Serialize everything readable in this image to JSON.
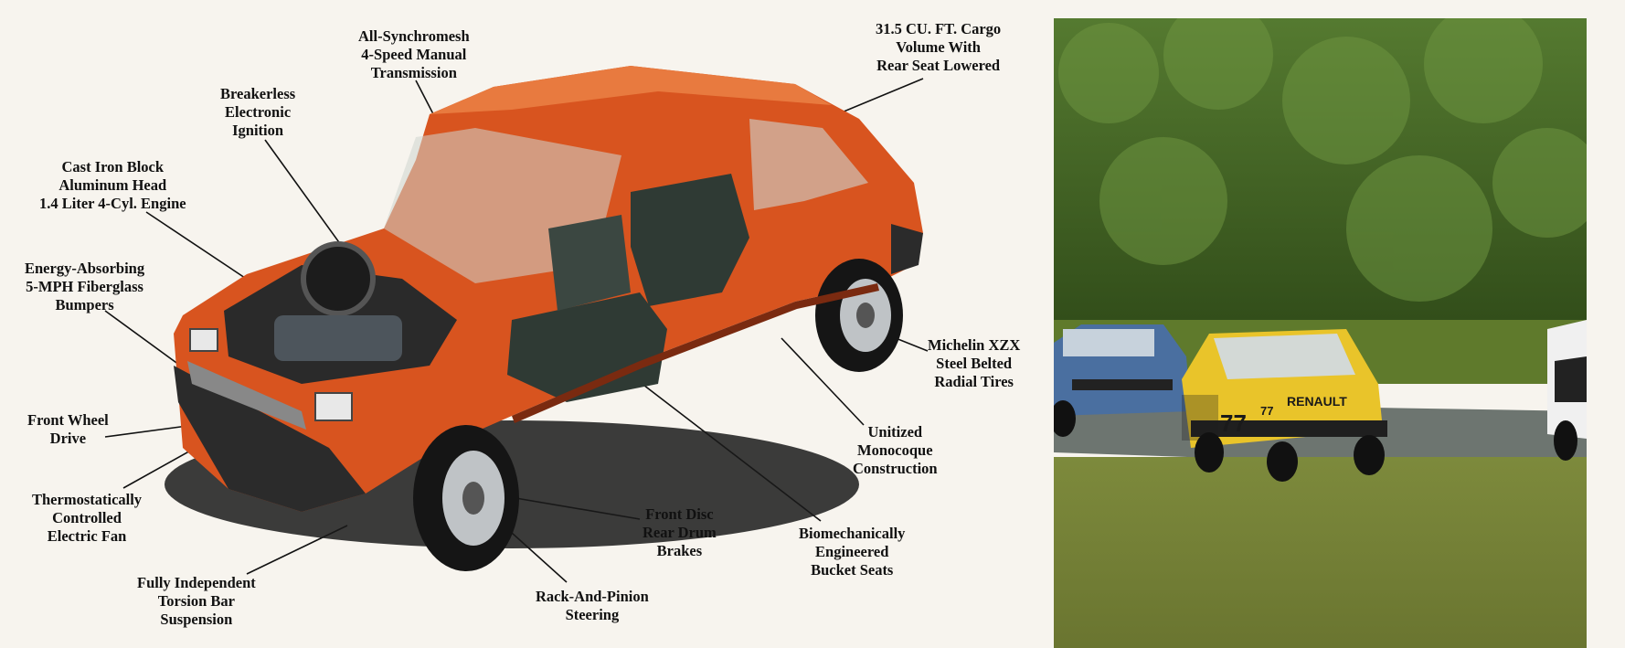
{
  "labels": {
    "transmission": [
      "All-Synchromesh",
      "4-Speed Manual",
      "Transmission"
    ],
    "cargo": [
      "31.5 CU. FT. Cargo",
      "Volume With",
      "Rear Seat Lowered"
    ],
    "ignition": [
      "Breakerless",
      "Electronic",
      "Ignition"
    ],
    "engine": [
      "Cast Iron Block",
      "Aluminum Head",
      "1.4 Liter 4-Cyl. Engine"
    ],
    "bumpers": [
      "Energy-Absorbing",
      "5-MPH Fiberglass",
      "Bumpers"
    ],
    "tires": [
      "Michelin XZX",
      "Steel Belted",
      "Radial Tires"
    ],
    "drive": [
      "Front Wheel",
      "Drive"
    ],
    "monocoque": [
      "Unitized",
      "Monocoque",
      "Construction"
    ],
    "fan": [
      "Thermostatically",
      "Controlled",
      "Electric Fan"
    ],
    "brakes": [
      "Front Disc",
      "Rear Drum",
      "Brakes"
    ],
    "seats": [
      "Biomechanically",
      "Engineered",
      "Bucket Seats"
    ],
    "suspension": [
      "Fully Independent",
      "Torsion Bar",
      "Suspension"
    ],
    "steering": [
      "Rack-And-Pinion",
      "Steering"
    ]
  },
  "photo": {
    "car_number": "77",
    "car_number_hood": "77",
    "hood_text": "RENAULT"
  },
  "colors": {
    "car_body": "#d8541f",
    "interior": "#2f3a34",
    "race_car": "#e9c42a",
    "grass": "#6f7f34",
    "trees": "#3d5a20"
  }
}
